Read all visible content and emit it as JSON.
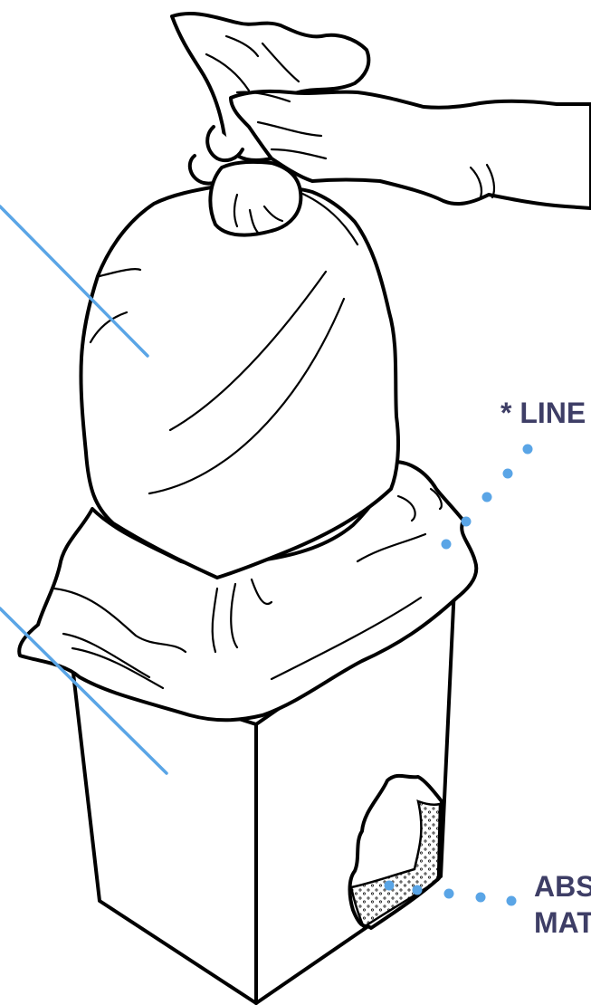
{
  "labels": {
    "liner": "* LINE",
    "absorbent_line1": "ABS",
    "absorbent_line2": "MAT"
  },
  "colors": {
    "leader": "#5aa5e6",
    "label_text": "#3e3e66",
    "outline": "#000000"
  }
}
